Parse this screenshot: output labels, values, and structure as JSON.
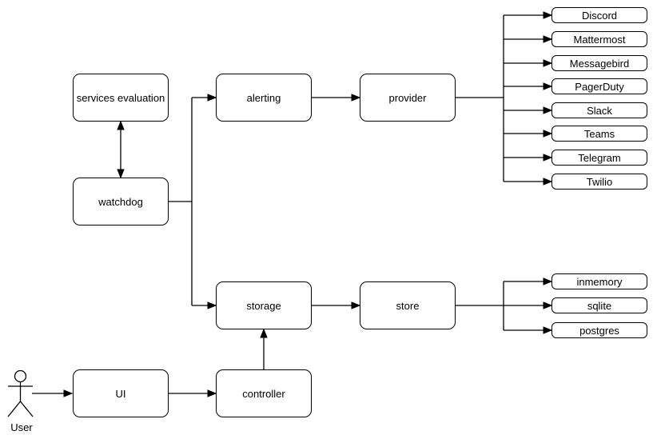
{
  "nodes": {
    "services_evaluation": "services evaluation",
    "watchdog": "watchdog",
    "alerting": "alerting",
    "provider": "provider",
    "storage": "storage",
    "store": "store",
    "ui": "UI",
    "controller": "controller"
  },
  "providers": [
    "Discord",
    "Mattermost",
    "Messagebird",
    "PagerDuty",
    "Slack",
    "Teams",
    "Telegram",
    "Twilio"
  ],
  "stores": [
    "inmemory",
    "sqlite",
    "postgres"
  ],
  "actor": {
    "label": "User"
  },
  "colors": {
    "stroke": "#000000",
    "node_fill": "#ffffff",
    "text": "#000000",
    "background": "#ffffff"
  },
  "edges": [
    {
      "from": "services evaluation",
      "to": "watchdog",
      "bidirectional": true
    },
    {
      "from": "watchdog",
      "to": "alerting"
    },
    {
      "from": "watchdog",
      "to": "storage"
    },
    {
      "from": "alerting",
      "to": "provider"
    },
    {
      "from": "provider",
      "to": "Discord"
    },
    {
      "from": "provider",
      "to": "Mattermost"
    },
    {
      "from": "provider",
      "to": "Messagebird"
    },
    {
      "from": "provider",
      "to": "PagerDuty"
    },
    {
      "from": "provider",
      "to": "Slack"
    },
    {
      "from": "provider",
      "to": "Teams"
    },
    {
      "from": "provider",
      "to": "Telegram"
    },
    {
      "from": "provider",
      "to": "Twilio"
    },
    {
      "from": "storage",
      "to": "store"
    },
    {
      "from": "store",
      "to": "inmemory"
    },
    {
      "from": "store",
      "to": "sqlite"
    },
    {
      "from": "store",
      "to": "postgres"
    },
    {
      "from": "User",
      "to": "UI"
    },
    {
      "from": "UI",
      "to": "controller"
    },
    {
      "from": "controller",
      "to": "storage"
    }
  ]
}
